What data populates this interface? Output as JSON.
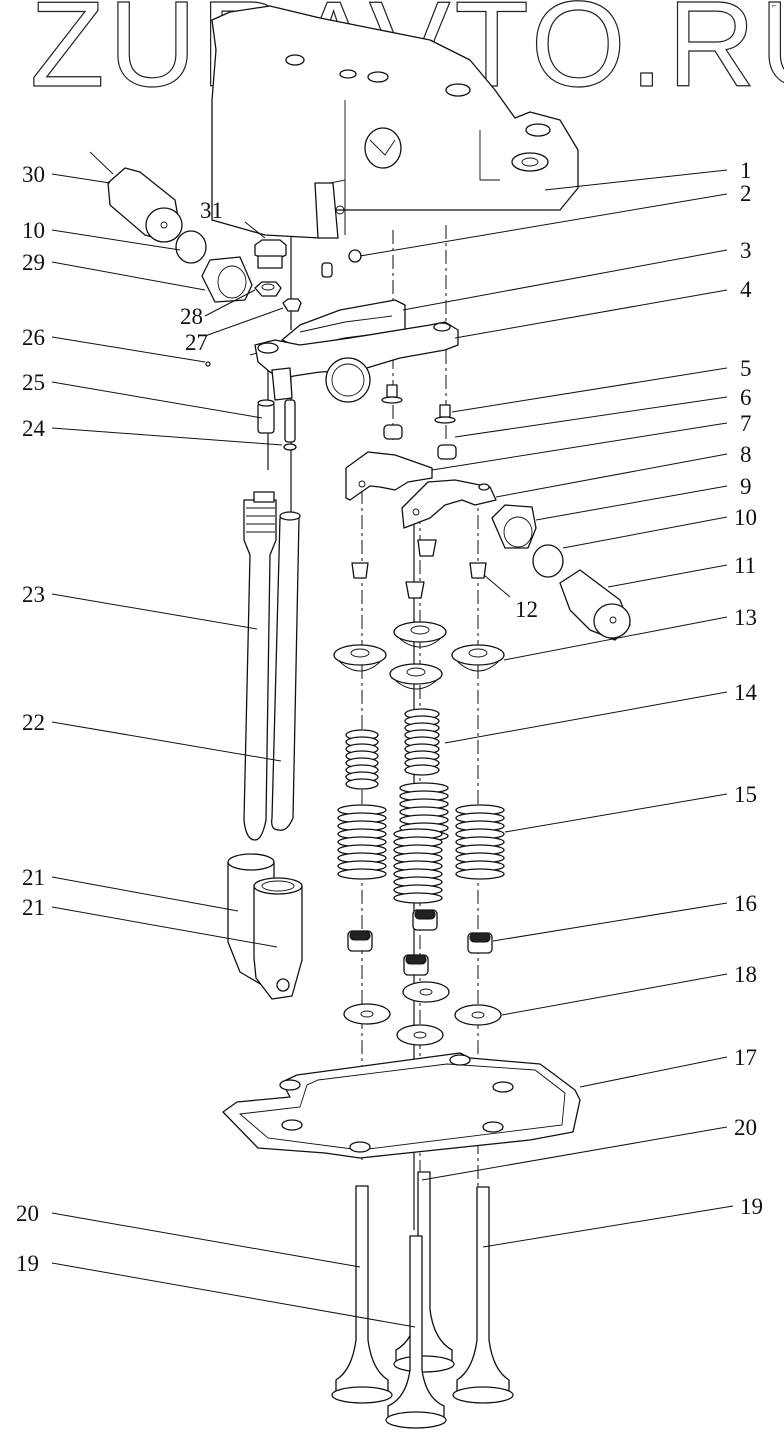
{
  "watermark": "ZURAVTO.RU",
  "corner_mark": "⌐",
  "callouts": [
    {
      "id": "1",
      "label": "1"
    },
    {
      "id": "2",
      "label": "2"
    },
    {
      "id": "3",
      "label": "3"
    },
    {
      "id": "4",
      "label": "4"
    },
    {
      "id": "5",
      "label": "5"
    },
    {
      "id": "6",
      "label": "6"
    },
    {
      "id": "7",
      "label": "7"
    },
    {
      "id": "8",
      "label": "8"
    },
    {
      "id": "9",
      "label": "9"
    },
    {
      "id": "10r",
      "label": "10"
    },
    {
      "id": "11",
      "label": "11"
    },
    {
      "id": "12",
      "label": "12"
    },
    {
      "id": "13",
      "label": "13"
    },
    {
      "id": "14",
      "label": "14"
    },
    {
      "id": "15",
      "label": "15"
    },
    {
      "id": "16",
      "label": "16"
    },
    {
      "id": "18",
      "label": "18"
    },
    {
      "id": "17",
      "label": "17"
    },
    {
      "id": "20r",
      "label": "20"
    },
    {
      "id": "19r",
      "label": "19"
    },
    {
      "id": "30",
      "label": "30"
    },
    {
      "id": "31",
      "label": "31"
    },
    {
      "id": "10l",
      "label": "10"
    },
    {
      "id": "29",
      "label": "29"
    },
    {
      "id": "28",
      "label": "28"
    },
    {
      "id": "27",
      "label": "27"
    },
    {
      "id": "26",
      "label": "26"
    },
    {
      "id": "25",
      "label": "25"
    },
    {
      "id": "24",
      "label": "24"
    },
    {
      "id": "23",
      "label": "23"
    },
    {
      "id": "22",
      "label": "22"
    },
    {
      "id": "21a",
      "label": "21"
    },
    {
      "id": "21b",
      "label": "21"
    },
    {
      "id": "20l",
      "label": "20"
    },
    {
      "id": "19l",
      "label": "19"
    }
  ]
}
